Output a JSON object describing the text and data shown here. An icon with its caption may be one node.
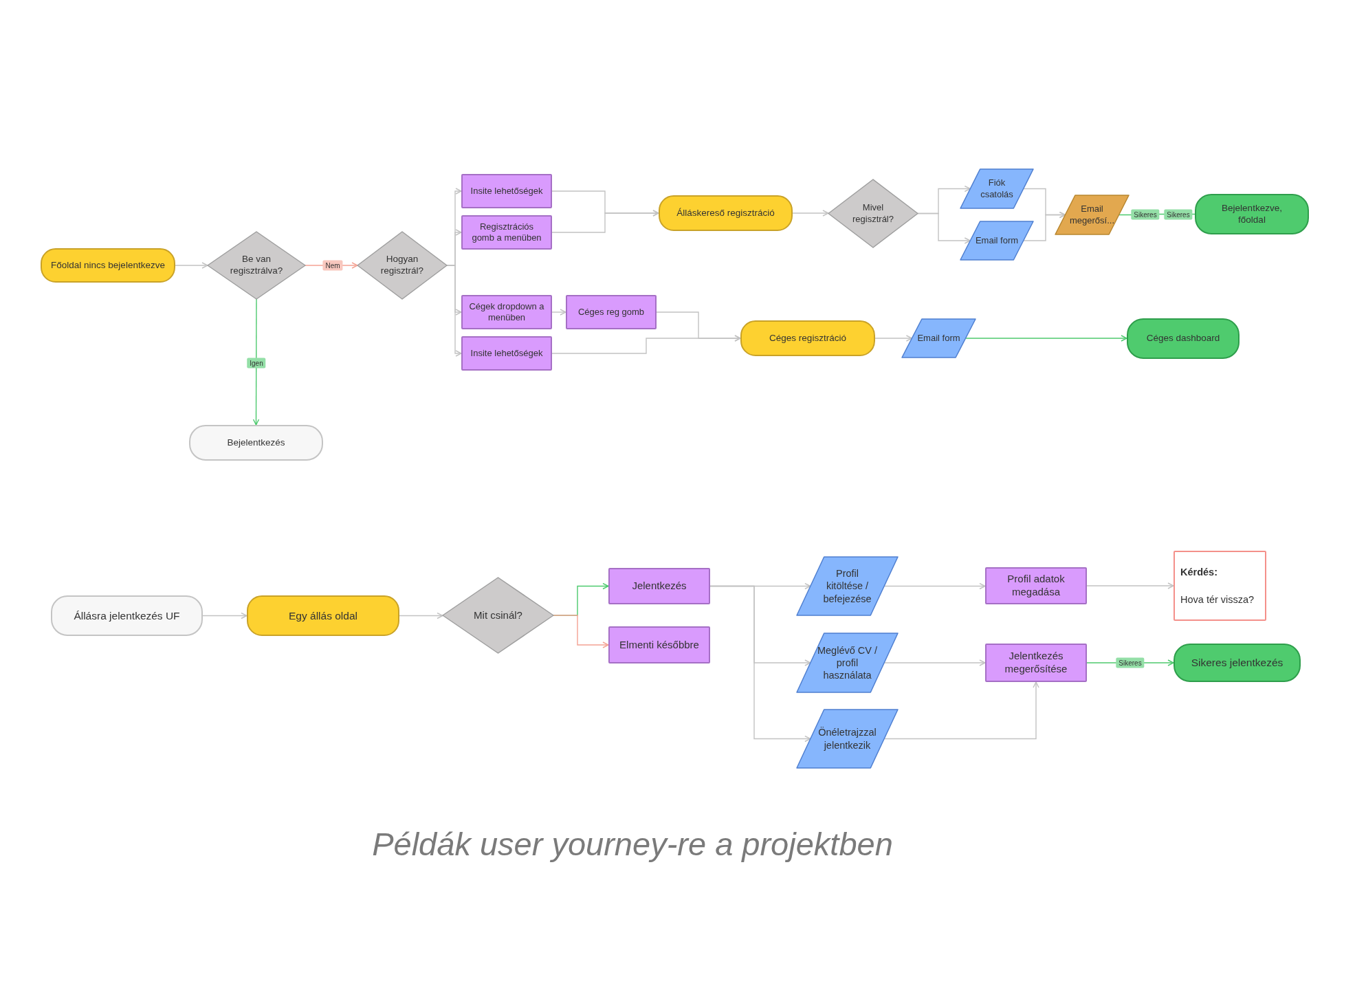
{
  "diagram": {
    "caption": "Példák user yourney-re a projektben",
    "nodes": [
      {
        "text": [
          "Főoldal nincs bejelentkezve"
        ]
      },
      {
        "text": [
          "Be van regisztrálva?"
        ]
      },
      {
        "text": [
          "Hogyan regisztrál?"
        ]
      },
      {
        "text": [
          "Insite lehetőségek"
        ]
      },
      {
        "text": [
          "Regisztrációs gomb a menüben"
        ]
      },
      {
        "text": [
          "Cégek dropdown a menüben"
        ]
      },
      {
        "text": [
          "Céges reg gomb"
        ]
      },
      {
        "text": [
          "Insite lehetőségek"
        ]
      },
      {
        "text": [
          "Álláskereső regisztráció"
        ]
      },
      {
        "text": [
          "Mivel regisztrál?"
        ]
      },
      {
        "text": [
          "Fiók csatolás"
        ]
      },
      {
        "text": [
          "Email form"
        ]
      },
      {
        "text": [
          "Email megerősí..."
        ]
      },
      {
        "text": [
          "Bejelentkezve, főoldal"
        ]
      },
      {
        "text": [
          "Céges regisztráció"
        ]
      },
      {
        "text": [
          "Email form"
        ]
      },
      {
        "text": [
          "Céges dashboard"
        ]
      },
      {
        "text": [
          "Bejelentkezés"
        ]
      },
      {
        "text": [
          "Állásra jelentkezés UF"
        ]
      },
      {
        "text": [
          "Egy állás oldal"
        ]
      },
      {
        "text": [
          "Mit csinál?"
        ]
      },
      {
        "text": [
          "Jelentkezés"
        ]
      },
      {
        "text": [
          "Elmenti későbbre"
        ]
      },
      {
        "text": [
          "Profil kitöltése / befejezése"
        ]
      },
      {
        "text": [
          "Meglévő CV / profil használata"
        ]
      },
      {
        "text": [
          "Önéletrajzzal jelentkezik"
        ]
      },
      {
        "text": [
          "Profil adatok megadása"
        ]
      },
      {
        "text": [
          "Jelentkezés megerősítése"
        ]
      },
      {
        "text": [
          "Kérdés:",
          "Hova tér vissza?"
        ]
      },
      {
        "text": [
          "Sikeres jelentkezés"
        ]
      }
    ],
    "edges": [
      {
        "from": 0,
        "to": 1,
        "arrow": "to"
      },
      {
        "from": 1,
        "to": 2,
        "arrow": "to",
        "label": "Nem",
        "color": "#f4a293"
      },
      {
        "from": 1,
        "to": 17,
        "arrow": "to",
        "label": "Igen",
        "color": "#4cc96d"
      },
      {
        "from": 2,
        "to": 3,
        "arrow": "to"
      },
      {
        "from": 2,
        "to": 4,
        "arrow": "to"
      },
      {
        "from": 2,
        "to": 5,
        "arrow": "to"
      },
      {
        "from": 2,
        "to": 7,
        "arrow": "to"
      },
      {
        "from": 3,
        "to": 8,
        "arrow": "to"
      },
      {
        "from": 4,
        "to": 8,
        "arrow": "to"
      },
      {
        "from": 5,
        "to": 6,
        "arrow": "to"
      },
      {
        "from": 6,
        "to": 14,
        "arrow": "to"
      },
      {
        "from": 7,
        "to": 14,
        "arrow": "to"
      },
      {
        "from": 8,
        "to": 9,
        "arrow": "to"
      },
      {
        "from": 9,
        "to": 10,
        "arrow": "to"
      },
      {
        "from": 9,
        "to": 11,
        "arrow": "to"
      },
      {
        "from": 10,
        "to": 12,
        "arrow": "to"
      },
      {
        "from": 11,
        "to": 12,
        "arrow": "to"
      },
      {
        "from": 12,
        "to": 13,
        "arrow": "none",
        "label": "Sikeres",
        "color": "#4cc96d"
      },
      {
        "from": 14,
        "to": 15,
        "arrow": "to"
      },
      {
        "from": 15,
        "to": 16,
        "arrow": "to",
        "color": "#4cc96d"
      },
      {
        "from": 18,
        "to": 19,
        "arrow": "to"
      },
      {
        "from": 19,
        "to": 20,
        "arrow": "to"
      },
      {
        "from": 20,
        "to": 21,
        "arrow": "to",
        "color": "#4cc96d"
      },
      {
        "from": 20,
        "to": 22,
        "arrow": "to",
        "color": "#f4a293"
      },
      {
        "from": 21,
        "to": 23,
        "arrow": "to"
      },
      {
        "from": 21,
        "to": 24,
        "arrow": "to"
      },
      {
        "from": 21,
        "to": 25,
        "arrow": "to"
      },
      {
        "from": 23,
        "to": 26,
        "arrow": "to"
      },
      {
        "from": 24,
        "to": 27,
        "arrow": "to"
      },
      {
        "from": 25,
        "to": 27,
        "arrow": "to"
      },
      {
        "from": 26,
        "to": 28,
        "arrow": "to"
      },
      {
        "from": 27,
        "to": 29,
        "arrow": "to",
        "label": "Sikeres",
        "color": "#4cc96d"
      }
    ],
    "labels": [
      "Sikeres"
    ]
  }
}
